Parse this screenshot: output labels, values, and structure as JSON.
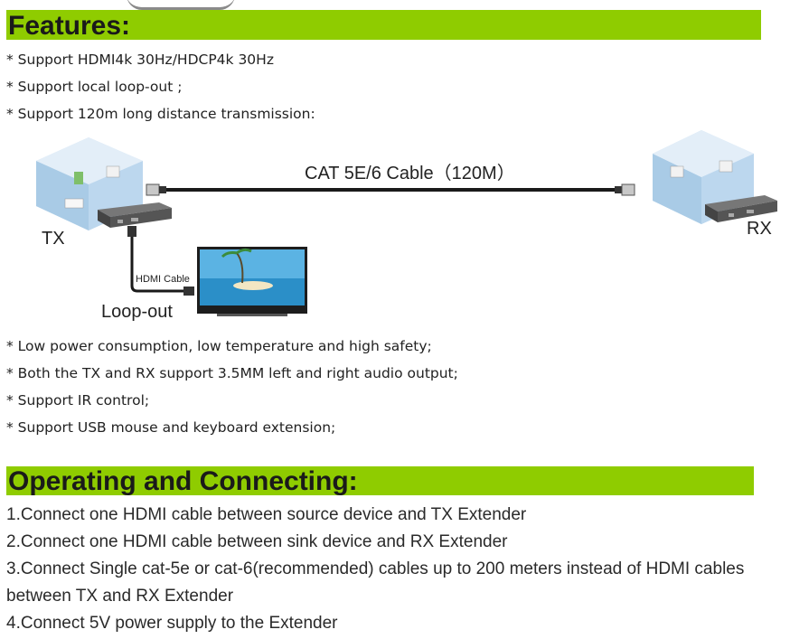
{
  "features": {
    "title": "Features:",
    "items_top": [
      "* Support HDMI4k 30Hz/HDCP4k 30Hz",
      "* Support local loop-out ;",
      "* Support 120m long distance transmission:"
    ],
    "items_bottom": [
      "* Low power consumption, low temperature and high safety;",
      "* Both the TX and RX support 3.5MM left and right audio output;",
      "* Support IR control;",
      "* Support USB mouse and keyboard extension;"
    ]
  },
  "diagram": {
    "cable_label": "CAT 5E/6 Cable（120M）",
    "tx_label": "TX",
    "rx_label": "RX",
    "hdmi_cable_label": "HDMI Cable",
    "loop_out_label": "Loop-out"
  },
  "operating": {
    "title": "Operating and Connecting:",
    "steps": [
      "1.Connect one HDMI cable between source device and TX Extender",
      "2.Connect one HDMI cable between sink device and RX Extender",
      "3.Connect Single cat-5e or cat-6(recommended) cables up to 200 meters instead of HDMI cables",
      "between TX and RX Extender",
      "4.Connect 5V power supply to the Extender"
    ]
  },
  "colors": {
    "band_green": "#8fcc00",
    "room_blue": "#a9cbe6",
    "cable_black": "#1a1a1a"
  }
}
